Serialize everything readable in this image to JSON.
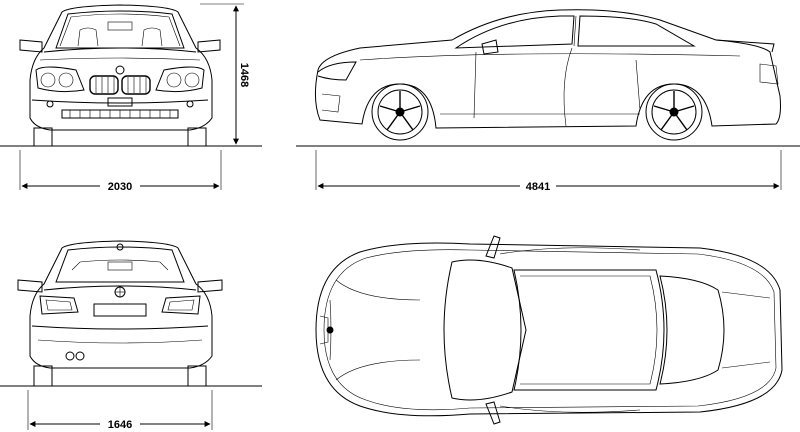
{
  "dimensions": {
    "front_width": "2030",
    "height": "1468",
    "length": "4841",
    "rear_track": "1646"
  },
  "views": [
    "front-view",
    "side-view",
    "rear-view",
    "top-view"
  ],
  "colors": {
    "line": "#000000",
    "background": "#ffffff"
  },
  "logo": "BMW roundel"
}
